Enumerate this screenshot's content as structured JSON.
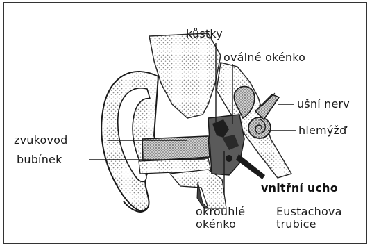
{
  "labels": {
    "ossicles": "kůstky",
    "oval_window": "oválné okénko",
    "auditory_nerve": "ušní nerv",
    "cochlea": "hlemýžď",
    "ear_canal": "zvukovod",
    "eardrum": "bubínek",
    "inner_ear": "vnitřní ucho",
    "round_window_line1": "okrouhlé",
    "round_window_line2": "okénko",
    "eustachian_tube_line1": "Eustachova",
    "eustachian_tube_line2": "trubice"
  },
  "colors": {
    "ink": "#1a1a1a",
    "stipple": "#9a9a9a",
    "shadow": "#4a4a4a",
    "frame": "#333333"
  }
}
